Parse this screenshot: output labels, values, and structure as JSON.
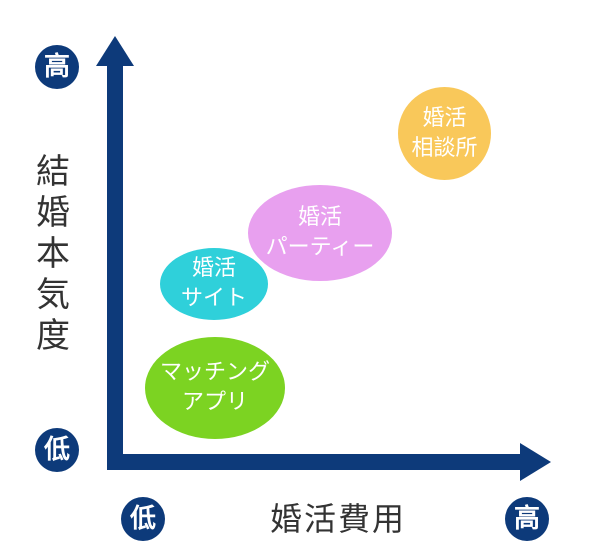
{
  "axes": {
    "y_label": "結婚本気度",
    "x_label": "婚活費用",
    "y_high": "高",
    "y_low": "低",
    "x_low": "低",
    "x_high": "高",
    "color": "#0d3a7a"
  },
  "bubbles": [
    {
      "line1": "マッチング",
      "line2": "アプリ",
      "color": "#7cd322"
    },
    {
      "line1": "婚活",
      "line2": "サイト",
      "color": "#2fd0da"
    },
    {
      "line1": "婚活",
      "line2": "パーティー",
      "color": "#e8a0ef"
    },
    {
      "line1": "婚活",
      "line2": "相談所",
      "color": "#f9c85a"
    }
  ]
}
